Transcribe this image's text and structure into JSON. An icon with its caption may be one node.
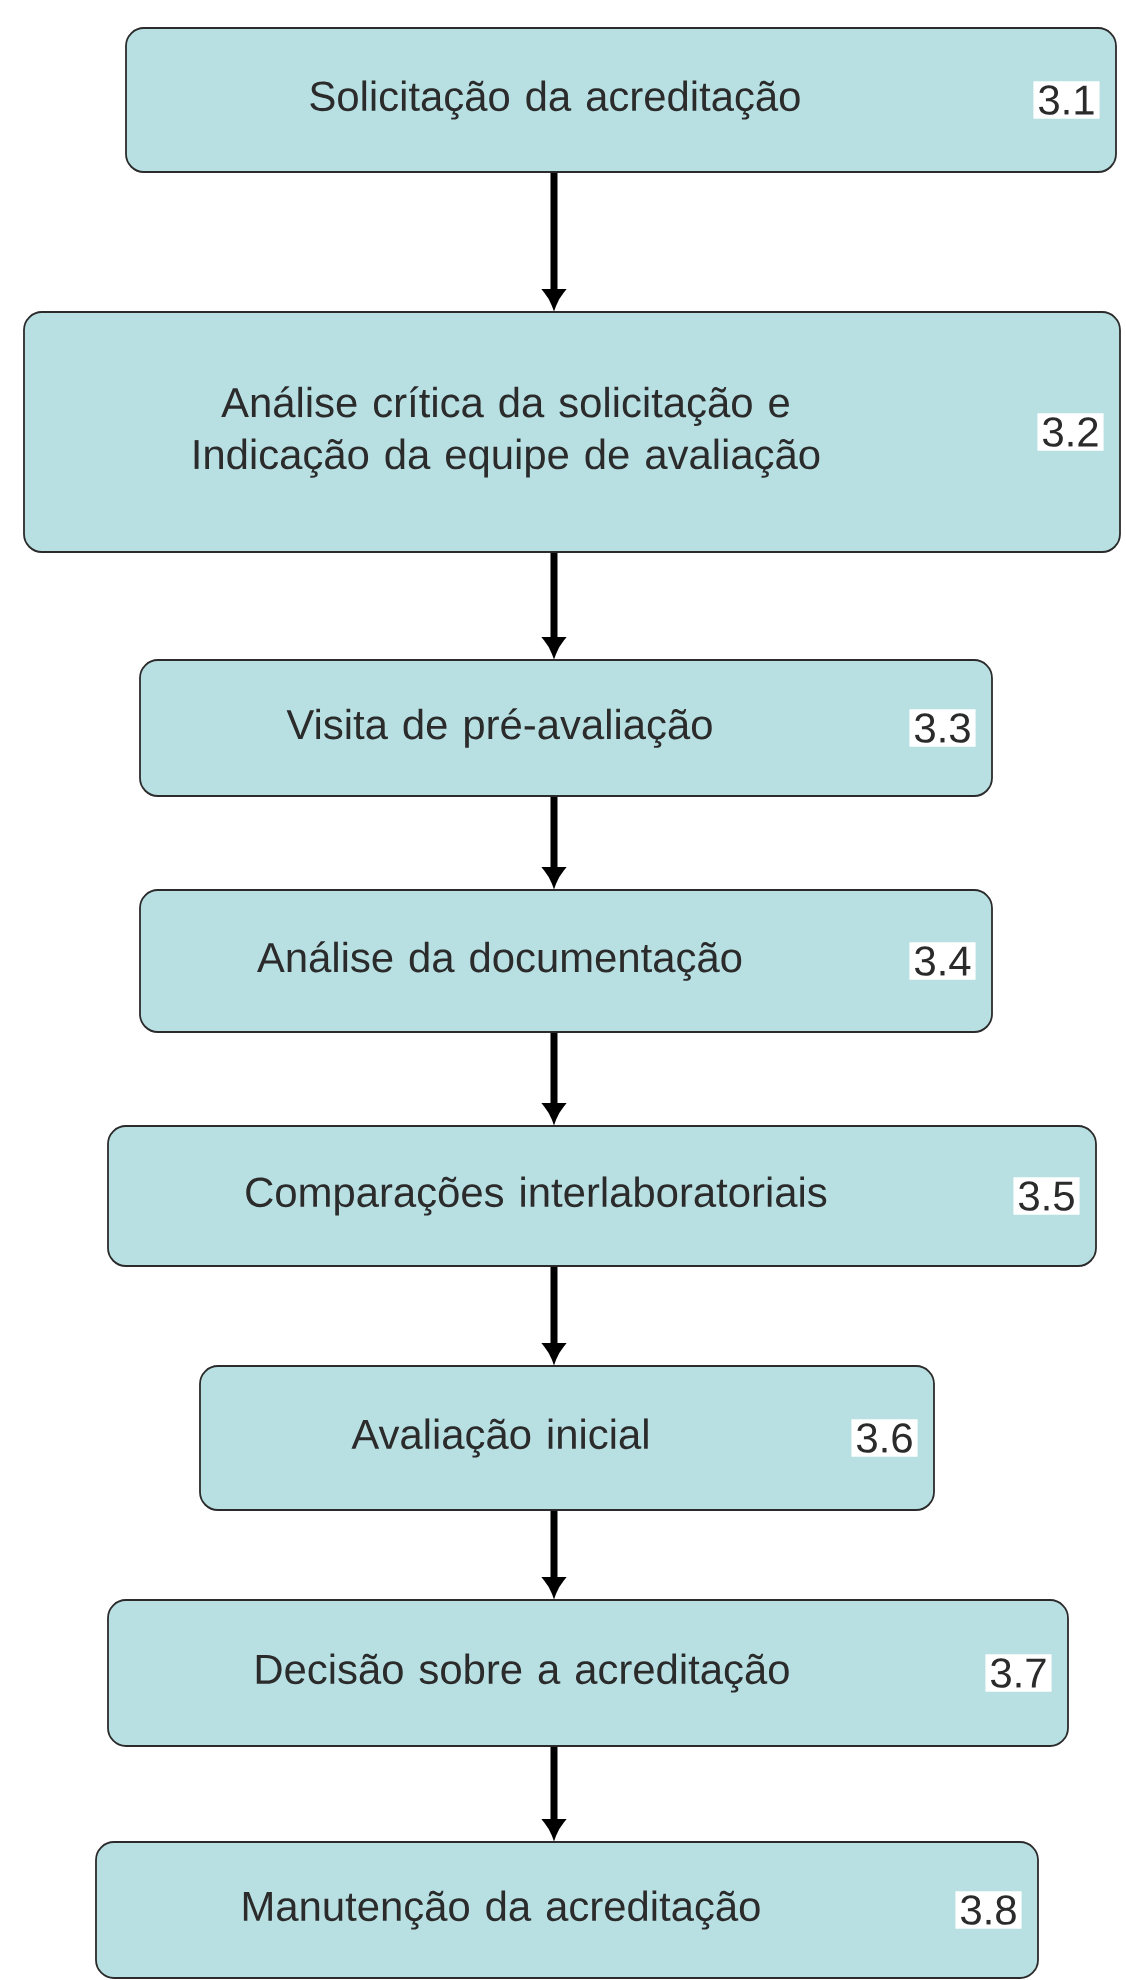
{
  "diagram": {
    "nodes": [
      {
        "text": [
          "Solicitação da acreditação",
          "3.1"
        ]
      },
      {
        "text": [
          "Análise crítica da solicitação e Indicação da equipe de avaliação",
          "3.2"
        ]
      },
      {
        "text": [
          "Visita de pré-avaliação",
          "3.3"
        ]
      },
      {
        "text": [
          "Análise da documentação",
          "3.4"
        ]
      },
      {
        "text": [
          "Comparações interlaboratoriais",
          "3.5"
        ]
      },
      {
        "text": [
          "Avaliação inicial",
          "3.6"
        ]
      },
      {
        "text": [
          "Decisão sobre a acreditação",
          "3.7"
        ]
      },
      {
        "text": [
          "Manutenção da acreditação",
          "3.8"
        ]
      }
    ],
    "edges": [
      {
        "from": 0,
        "to": 1,
        "arrow": "to"
      },
      {
        "from": 1,
        "to": 2,
        "arrow": "to"
      },
      {
        "from": 2,
        "to": 3,
        "arrow": "to"
      },
      {
        "from": 3,
        "to": 4,
        "arrow": "to"
      },
      {
        "from": 4,
        "to": 5,
        "arrow": "to"
      },
      {
        "from": 5,
        "to": 6,
        "arrow": "to"
      },
      {
        "from": 6,
        "to": 7,
        "arrow": "to"
      }
    ]
  }
}
